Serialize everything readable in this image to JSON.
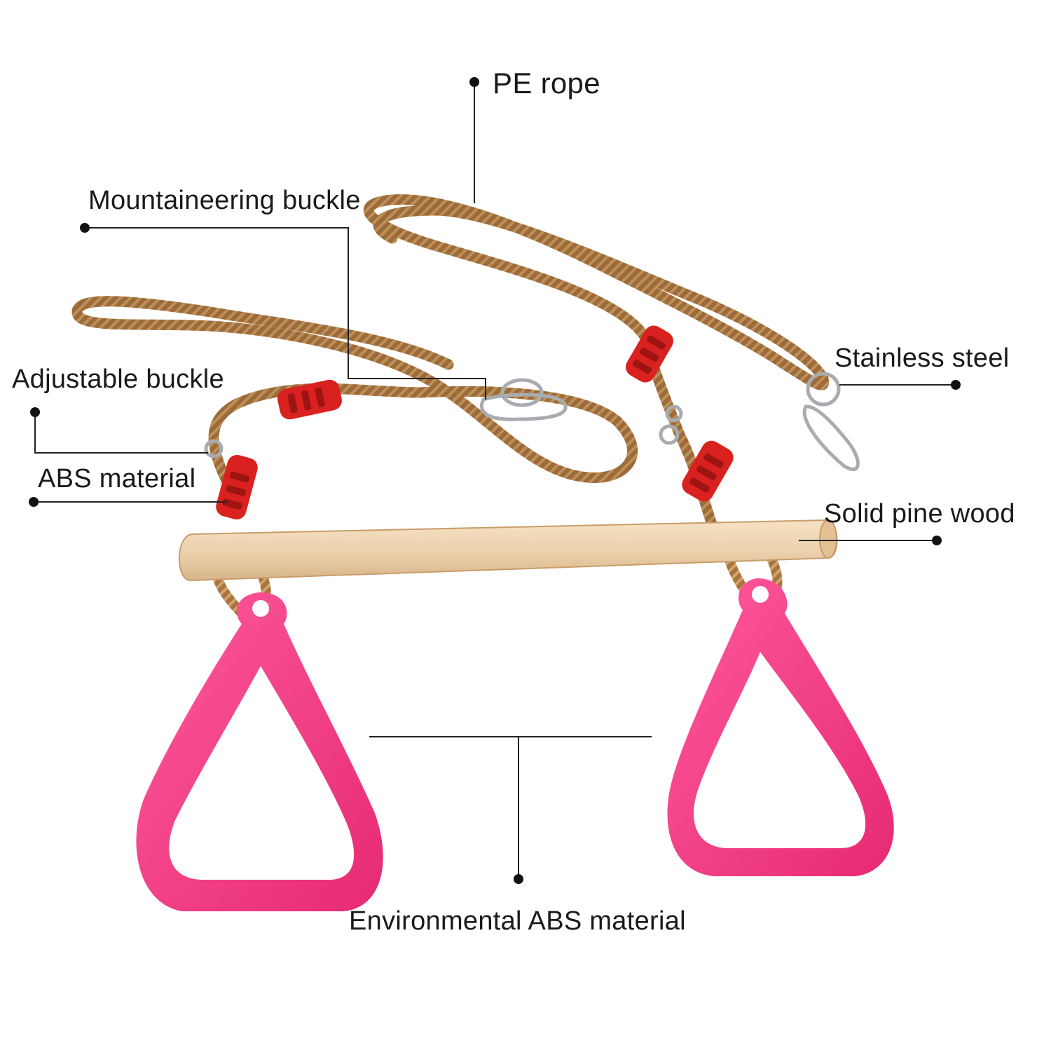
{
  "labels": {
    "pe_rope": "PE rope",
    "mountaineering_buckle": "Mountaineering buckle",
    "adjustable_buckle": "Adjustable buckle",
    "abs_material": "ABS material",
    "stainless_steel": "Stainless steel",
    "solid_pine_wood": "Solid pine wood",
    "environmental_abs_material": "Environmental ABS material"
  },
  "colors": {
    "rope": "#9c6b3c",
    "rope_light": "#c9985f",
    "buckle_red": "#d9221f",
    "wood": "#ecd2ae",
    "handle_pink": "#f0367f",
    "steel": "#b9bcc0",
    "callout_line": "#222222"
  }
}
